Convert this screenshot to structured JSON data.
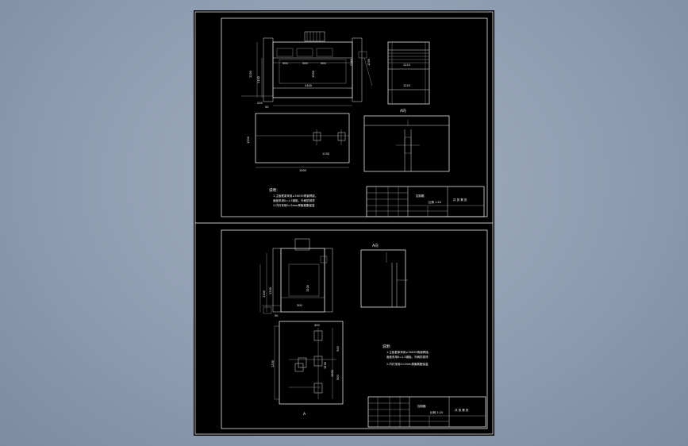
{
  "sheet1": {
    "front": {
      "dims": [
        "500",
        "500",
        "500",
        "2400",
        "1200",
        "1500",
        "1100",
        "200",
        "2140",
        "50",
        "1200"
      ]
    },
    "side": {
      "dims": [
        "1210",
        "1210"
      ]
    },
    "plan": {
      "dims": [
        "1500",
        "1000",
        "1130"
      ]
    },
    "view_a_label": "A向",
    "notes_title": "说明：",
    "notes": [
      "1.主板框架采用∠50X50角钢焊接，",
      "面板采用δ=1.5钢板，外刷防锈漆",
      "2.内衬采用δ=5mm厚聚氨酯保温"
    ],
    "title_block": {
      "name": "控制箱",
      "scale": "比例 1:20",
      "sheet": "共 张 第 张"
    }
  },
  "sheet2": {
    "front": {
      "dims": [
        "1500",
        "1200",
        "1100",
        "300",
        "50"
      ]
    },
    "view_a_label": "A向",
    "plan": {
      "dims": [
        "450",
        "1200",
        "500",
        "1500",
        "500",
        "1000"
      ]
    },
    "plan_label": "A",
    "notes_title": "说明：",
    "notes": [
      "1.主板框架采用∠50X50角钢焊接，",
      "面板采用δ=1.5钢板，外刷防锈漆",
      "2.内衬采用δ=5mm厚聚氨酯保温"
    ],
    "title_block": {
      "name": "控制箱",
      "scale": "比例 1:20",
      "sheet": "共 张 第 张"
    }
  }
}
